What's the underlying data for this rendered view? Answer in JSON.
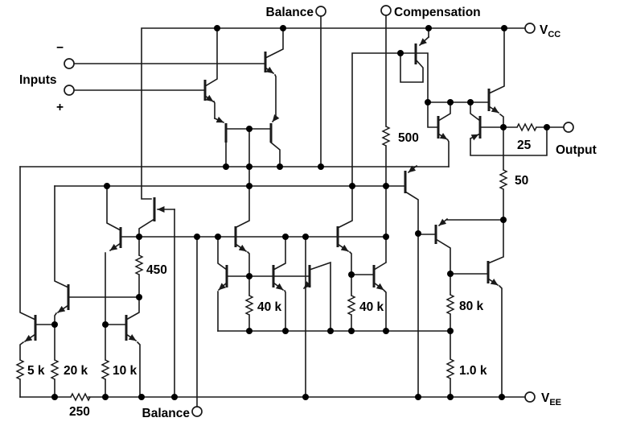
{
  "schematic": {
    "kind": "op-amp internal schematic",
    "terminals": {
      "balance_top": "Balance",
      "compensation": "Compensation",
      "vcc_main": "V",
      "vcc_sub": "CC",
      "output": "Output",
      "vee_main": "V",
      "vee_sub": "EE",
      "balance_bottom": "Balance",
      "inputs": "Inputs",
      "input_minus": "−",
      "input_plus": "+"
    },
    "resistors": {
      "r500": "500",
      "r25": "25",
      "r50": "50",
      "r450": "450",
      "r40k_1": "40 k",
      "r40k_2": "40 k",
      "r80k": "80 k",
      "r1k": "1.0 k",
      "r5k": "5 k",
      "r20k": "20 k",
      "r10k": "10 k",
      "r250": "250"
    },
    "colors": {
      "line": "#1a1a1a",
      "background": "#ffffff",
      "text": "#000000"
    }
  }
}
